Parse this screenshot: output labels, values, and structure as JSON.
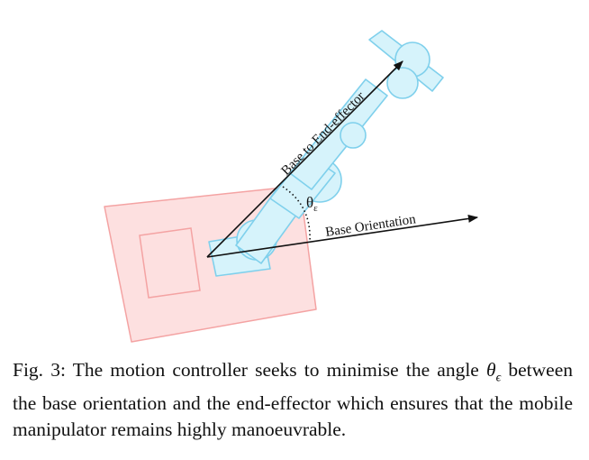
{
  "figure": {
    "labels": {
      "base_to_ee": "Base to End-effector",
      "base_orientation": "Base Orientation",
      "angle_symbol": "θ",
      "angle_subscript": "ε"
    },
    "colors": {
      "base_fill": "#fde0e0",
      "base_stroke": "#f4a3a3",
      "arm_fill": "#d6f3fb",
      "arm_stroke": "#7fd0ec",
      "arrow": "#111111"
    }
  },
  "caption": {
    "prefix": "Fig. 3: The motion controller seeks to minimise the angle ",
    "symbol": "θ",
    "subscript": "ϵ",
    "suffix": " between the base orientation and the end-effector which ensures that the mobile manipulator remains highly manoeuvrable."
  }
}
